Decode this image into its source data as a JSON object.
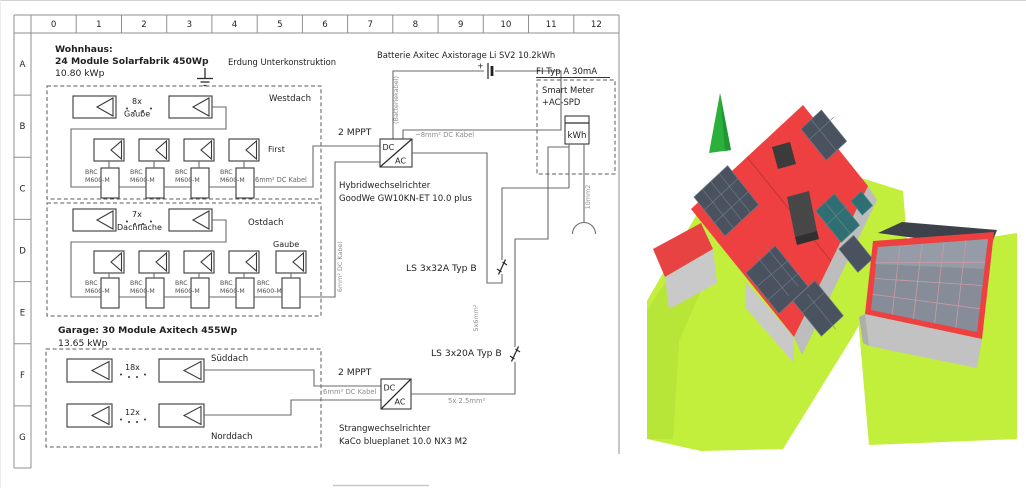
{
  "grid": {
    "columns": [
      "0",
      "1",
      "2",
      "3",
      "4",
      "5",
      "6",
      "7",
      "8",
      "9",
      "10",
      "11",
      "12"
    ],
    "rows": [
      "A",
      "B",
      "C",
      "D",
      "E",
      "F",
      "G"
    ]
  },
  "house": {
    "title": "Wohnhaus:",
    "modules": "24 Module Solarfabrik 450Wp",
    "power": "10.80 kWp",
    "grounding": "Erdung Unterkonstruktion"
  },
  "westdach": {
    "label": "Westdach",
    "count": "8x",
    "area": "Gaube",
    "ridge": "First",
    "cable": "6mm² DC Kabel"
  },
  "ostdach": {
    "label": "Ostdach",
    "count": "7x",
    "area": "Dachfläche",
    "gaube": "Gaube"
  },
  "brc": {
    "l1": "BRC",
    "l2": "M600-M"
  },
  "garage": {
    "title": "Garage: 30 Module Axitech 455Wp",
    "power": "13.65 kWp",
    "sued_count": "18x",
    "sued": "Süddach",
    "nord_count": "12x",
    "nord": "Norddach",
    "cable": "6mm² DC Kabel"
  },
  "battery": {
    "title": "Batterie Axitec Axistorage Li SV2 10.2kWh",
    "plus": "+",
    "cable": "(Batteriekabel)",
    "dc_cable": "~8mm² DC Kabel"
  },
  "hybrid": {
    "mppt": "2 MPPT",
    "dc": "DC",
    "ac": "AC",
    "l1": "Hybridwechselrichter",
    "l2": "GoodWe GW10KN-ET 10.0 plus",
    "riser_cable": "6mm² DC Kabel",
    "ac_cable": "5x6mm²",
    "breaker": "LS 3x32A Typ B"
  },
  "kaco": {
    "mppt": "2 MPPT",
    "dc": "DC",
    "ac": "AC",
    "l1": "Strangwechselrichter",
    "l2": "KaCo blueplanet 10.0 NX3 M2",
    "ac_cable": "5x 2.5mm²",
    "breaker": "LS 3x20A Typ B"
  },
  "meter": {
    "fi": "FI Typ A  30mA",
    "l1": "Smart Meter",
    "l2": "+AC-SPD",
    "kwh": "kWh",
    "grid_cable": "10mm2"
  },
  "colors": {
    "wire": "#6a6a6a",
    "component_outline": "#3a3a3a",
    "cable_label_gray": "#8c8c8c",
    "ground_green": "#c2ee3c",
    "roof_red": "#ee4040",
    "panel_dark": "#49525e",
    "panel_teal": "#2f6f73",
    "panel_grid_pink": "#c99ba4",
    "wall_gray": "#c2c2c2",
    "tree_green": "#2cb03c",
    "chimney_gray": "#46464a"
  }
}
